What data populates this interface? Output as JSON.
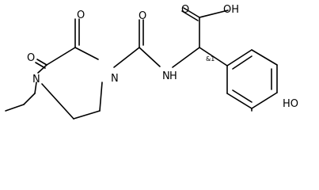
{
  "structure": {
    "atoms": {
      "acid_oh": "OH",
      "acid_o": "O",
      "amide_o": "O",
      "ring_o_top": "O",
      "ring_o_left": "O",
      "ring_n_right": "N",
      "ring_n_left": "N",
      "amide_nh": "N",
      "amide_h": "H",
      "phenol_oh": "HO",
      "stereo": "&1"
    }
  }
}
